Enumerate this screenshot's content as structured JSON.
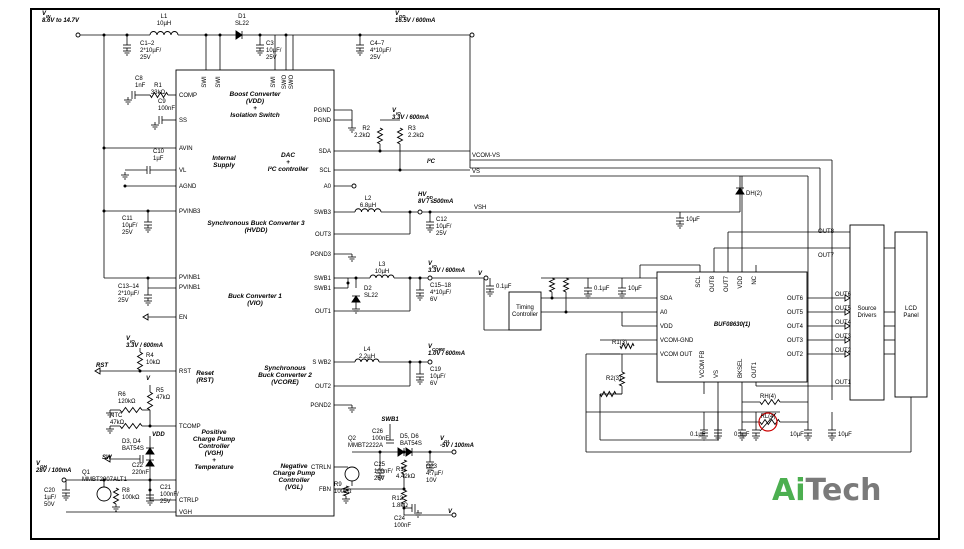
{
  "brand": {
    "ai": "Ai",
    "tech": "Tech"
  },
  "rails": {
    "vin": {
      "name": "V",
      "sub": "IN",
      "range": "8.6V to 14.7V"
    },
    "vdd": {
      "name": "V",
      "sub": "DD",
      "spec": "16.5V / 600mA"
    },
    "hvdd": {
      "name": "HV",
      "sub": "DD",
      "spec": "8V / ≤500mA"
    },
    "vio": {
      "name": "V",
      "sub": "IO",
      "spec": "3.3V / 600mA"
    },
    "vcore": {
      "name": "V",
      "sub": "CORE",
      "spec": "1.0V / 600mA"
    },
    "vgh": {
      "name": "V",
      "sub": "GH",
      "spec": "28V / 100mA"
    },
    "vgl": {
      "name": "V",
      "sub": "GL",
      "spec": "-5V / 100mA"
    }
  },
  "blocks": {
    "boost": [
      "Boost Converter",
      "(VDD)",
      "+",
      "Isolation Switch"
    ],
    "supply": [
      "Internal",
      "Supply"
    ],
    "dac": [
      "DAC",
      "+",
      "I²C controller"
    ],
    "buck3": [
      "Synchronous Buck Converter 3",
      "(HVDD)"
    ],
    "buck1": [
      "Buck Converter 1",
      "(VIO)"
    ],
    "reset": [
      "Reset",
      "(RST)"
    ],
    "buck2": [
      "Synchronous",
      "Buck Converter 2",
      "(VCORE)"
    ],
    "pos_cp": [
      "Positive",
      "Charge Pump",
      "Controller",
      "(VGH)",
      "+",
      "Temperature"
    ],
    "neg_cp": [
      "Negative",
      "Charge Pump",
      "Controller",
      "(VGL)"
    ],
    "timing": [
      "Timing",
      "Controller"
    ],
    "buf": "BUF08630",
    "buf_note": "(1)",
    "source": [
      "Source",
      "Drivers"
    ],
    "lcd": [
      "LCD",
      "Panel"
    ]
  },
  "pins_left": [
    "COMP",
    "SS",
    "AVIN",
    "VL",
    "AGND",
    "PVINB3",
    "PVINB1",
    "PVINB1",
    "EN",
    "RST",
    "TCOMP",
    "CTRLP",
    "VGH"
  ],
  "pins_right": [
    "PGND",
    "PGND",
    "SDA",
    "SCL",
    "A0",
    "SWB3",
    "OUT3",
    "PGND3",
    "SWB1",
    "SWB1",
    "OUT1",
    "S WB2",
    "OUT2",
    "PGND2",
    "CTRLN",
    "FBN"
  ],
  "pins_top": [
    "SWI",
    "SWI",
    "SWI",
    "SWO",
    "SWO"
  ],
  "buf_pins": {
    "left": [
      "SDA",
      "A0",
      "VDD",
      "VCOM-GND",
      "VCOM OUT"
    ],
    "top": [
      "SCL",
      "OUT8",
      "OUT7",
      "VDD",
      "NC"
    ],
    "bottom": [
      "VCOM FB",
      "VS",
      "BKSEL",
      "OUT1"
    ],
    "right": [
      "OUT6",
      "OUT5",
      "OUT4",
      "OUT3",
      "OUT2"
    ]
  },
  "lcd_lines": [
    "OUT8",
    "OUT7",
    "OUT6",
    "OUT5",
    "OUT4",
    "OUT3",
    "OUT2",
    "OUT1"
  ],
  "nets": {
    "vcom_vs": "VCOM-VS",
    "vs": "VS",
    "vsh": "VSH",
    "i2c": "I²C",
    "sw": "SW",
    "rst": "RST"
  },
  "components": {
    "L1": [
      "L1",
      "10µH"
    ],
    "D1": [
      "D1",
      "SL22"
    ],
    "C1_2": [
      "C1–2",
      "2*10µF/",
      "25V"
    ],
    "C3": [
      "C3",
      "10µF/",
      "25V"
    ],
    "C4_7": [
      "C4–7",
      "4*10µF/",
      "25V"
    ],
    "C8": [
      "C8",
      "1nF"
    ],
    "R1": [
      "R1",
      "33kΩ"
    ],
    "C9": [
      "C9",
      "100nF"
    ],
    "C10": [
      "C10",
      "1µF"
    ],
    "R2": [
      "R2",
      "2.2kΩ"
    ],
    "R3": [
      "R3",
      "2.2kΩ"
    ],
    "C11": [
      "C11",
      "10µF/",
      "25V"
    ],
    "L2": [
      "L2",
      "6.8µH"
    ],
    "C12": [
      "C12",
      "10µF/",
      "25V"
    ],
    "C13_14": [
      "C13–14",
      "2*10µF/",
      "25V"
    ],
    "L3": [
      "L3",
      "10µH"
    ],
    "D2": [
      "D2",
      "SL22"
    ],
    "C15_18": [
      "C15–18",
      "4*10µF/",
      "6V"
    ],
    "R4": [
      "R4",
      "10kΩ"
    ],
    "R6": [
      "R6",
      "120kΩ"
    ],
    "R5": [
      "R5",
      "47kΩ"
    ],
    "NTC": [
      "NTC",
      "47kΩ"
    ],
    "L4": [
      "L4",
      "2.2µH"
    ],
    "C19": [
      "C19",
      "10µF/",
      "6V"
    ],
    "D3D4": [
      "D3, D4",
      "BAT54S"
    ],
    "C22": [
      "C22",
      "220nF"
    ],
    "Q1": [
      "Q1",
      "MMBT2907ALT1"
    ],
    "R8": [
      "R8",
      "100kΩ"
    ],
    "C21": [
      "C21",
      "100nF/",
      "25V"
    ],
    "C20": [
      "C20",
      "1µF/",
      "50V"
    ],
    "Q2": [
      "Q2",
      "MMBT2222A"
    ],
    "C26": [
      "C26",
      "100nF"
    ],
    "D5D6": [
      "D5, D6",
      "BAT54S"
    ],
    "C25": [
      "C25",
      "100nF/",
      "25V"
    ],
    "R11": [
      "R11",
      "4.42kΩ"
    ],
    "C23": [
      "C23",
      "4.7µF/",
      "10V"
    ],
    "R9": [
      "R9",
      "100kΩ"
    ],
    "R12": [
      "R12",
      "1.8kΩ"
    ],
    "C24": [
      "C24",
      "100nF"
    ],
    "SWB1": "SWB1",
    "VDD_pin": "VDD",
    "Dh": [
      "D",
      "H",
      "(2)"
    ],
    "c_0u1": "0.1µF",
    "c_10u": "10µF",
    "R1b": [
      "R",
      "1",
      "(3)"
    ],
    "R2b": [
      "R",
      "2",
      "(3)"
    ],
    "RH": [
      "R",
      "H",
      "(4)"
    ],
    "RL": [
      "R",
      "L",
      "(4)"
    ]
  }
}
